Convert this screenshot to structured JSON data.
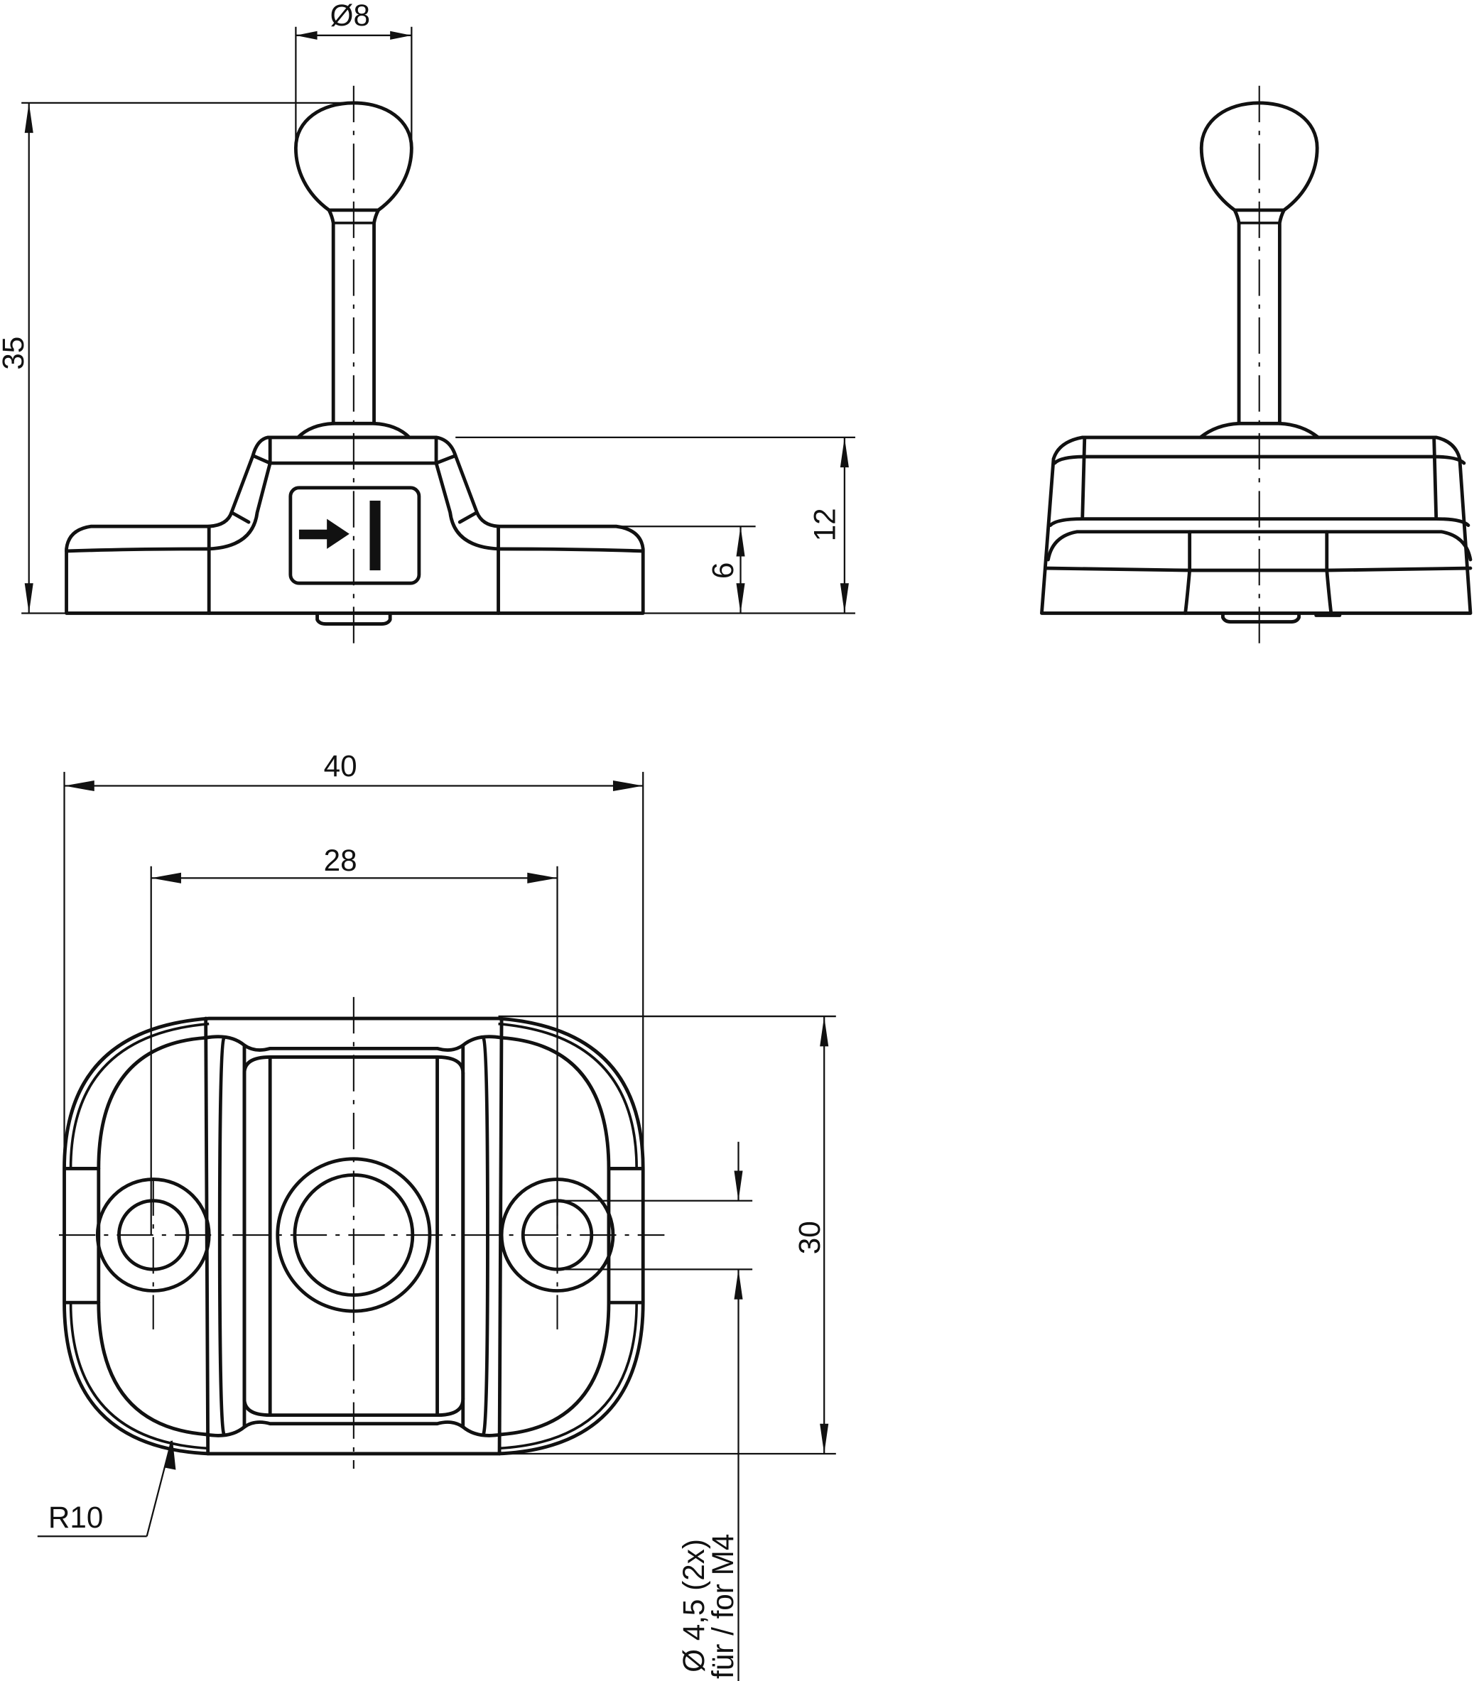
{
  "drawing": {
    "type": "technical-drawing",
    "subject": "Ball-knob lever / pin on base (front, side and top views)",
    "views": [
      "front-view",
      "side-view",
      "top-view"
    ],
    "colors": {
      "line": "#111111",
      "background": "#ffffff"
    }
  },
  "dimensions": {
    "ball_diameter": "Ø8",
    "total_height": "35",
    "base_height": "12",
    "flange_height": "6",
    "overall_width": "40",
    "hole_spacing": "28",
    "overall_depth": "30",
    "corner_radius": "R10",
    "hole_note_line1": "Ø 4,5 (2x)",
    "hole_note_line2": "für / for M4"
  },
  "symbols": {
    "front_label": "arrow-to-bar symbol"
  }
}
